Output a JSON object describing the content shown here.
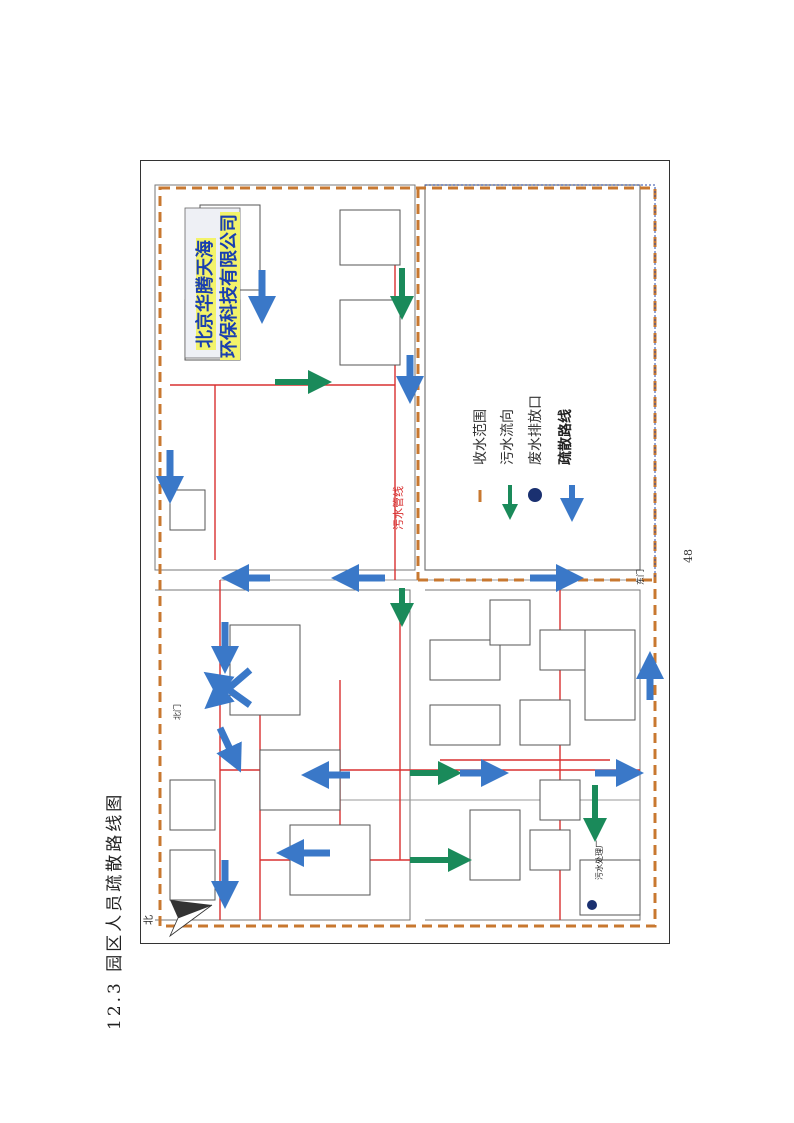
{
  "caption": "12.3  园区人员疏散路线图",
  "page_number": "48",
  "map": {
    "company_line1": "北京华腾天海",
    "company_line2": "环保科技有限公司",
    "legend": {
      "range": "收水范围",
      "flow": "污水流向",
      "outlet": "废水排放口",
      "evac": "疏散路线"
    },
    "sewer_label": "污水管线",
    "north_gate": "北门",
    "east_gate": "东门",
    "north_arrow": "北",
    "plant_label": "污水处理厂",
    "colors": {
      "range": "#c87830",
      "flow": "#1a8a5a",
      "outlet": "#1a3070",
      "evac": "#3a78c8",
      "sewer": "#d83030",
      "company_bg": "#f3f36a",
      "company_text": "#1a3fb0"
    }
  }
}
